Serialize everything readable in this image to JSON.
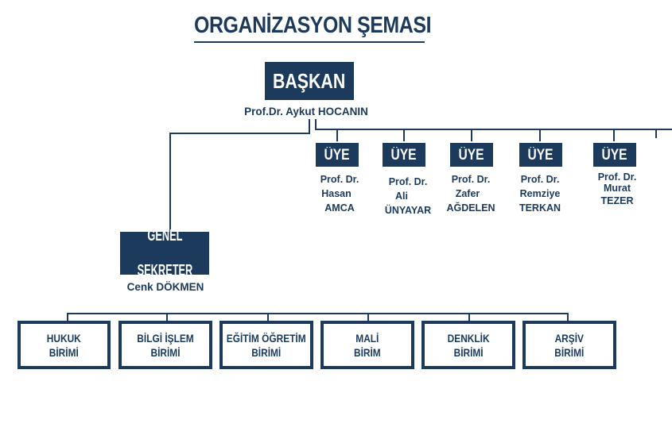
{
  "title": "ORGANİZASYON ŞEMASI",
  "chair": {
    "role": "BAŞKAN",
    "name": "Prof.Dr. Aykut HOCANIN"
  },
  "members": [
    {
      "role": "ÜYE",
      "title": "Prof. Dr.",
      "first": "Hasan",
      "last": "AMCA"
    },
    {
      "role": "ÜYE",
      "title": "Prof. Dr.",
      "first": "Ali",
      "last": "ÜNYAYAR"
    },
    {
      "role": "ÜYE",
      "title": "Prof. Dr.",
      "first": "Zafer",
      "last": "AĞDELEN"
    },
    {
      "role": "ÜYE",
      "title": "Prof. Dr.",
      "first": "Remziye",
      "last": "TERKAN"
    },
    {
      "role": "ÜYE",
      "title": "Prof. Dr.",
      "first": "Murat",
      "last": "TEZER"
    }
  ],
  "secretary": {
    "role_line1": "GENEL",
    "role_line2": "SEKRETER",
    "name": "Cenk DÖKMEN"
  },
  "units": [
    {
      "line1": "HUKUK",
      "line2": "BİRİMİ"
    },
    {
      "line1": "BİLGİ İŞLEM",
      "line2": "BİRİMİ"
    },
    {
      "line1": "EĞİTİM ÖĞRETİM",
      "line2": "BİRİMİ"
    },
    {
      "line1": "MALİ",
      "line2": "BİRİM"
    },
    {
      "line1": "DENKLİK",
      "line2": "BİRİMİ"
    },
    {
      "line1": "ARŞİV",
      "line2": "BİRİMİ"
    }
  ]
}
